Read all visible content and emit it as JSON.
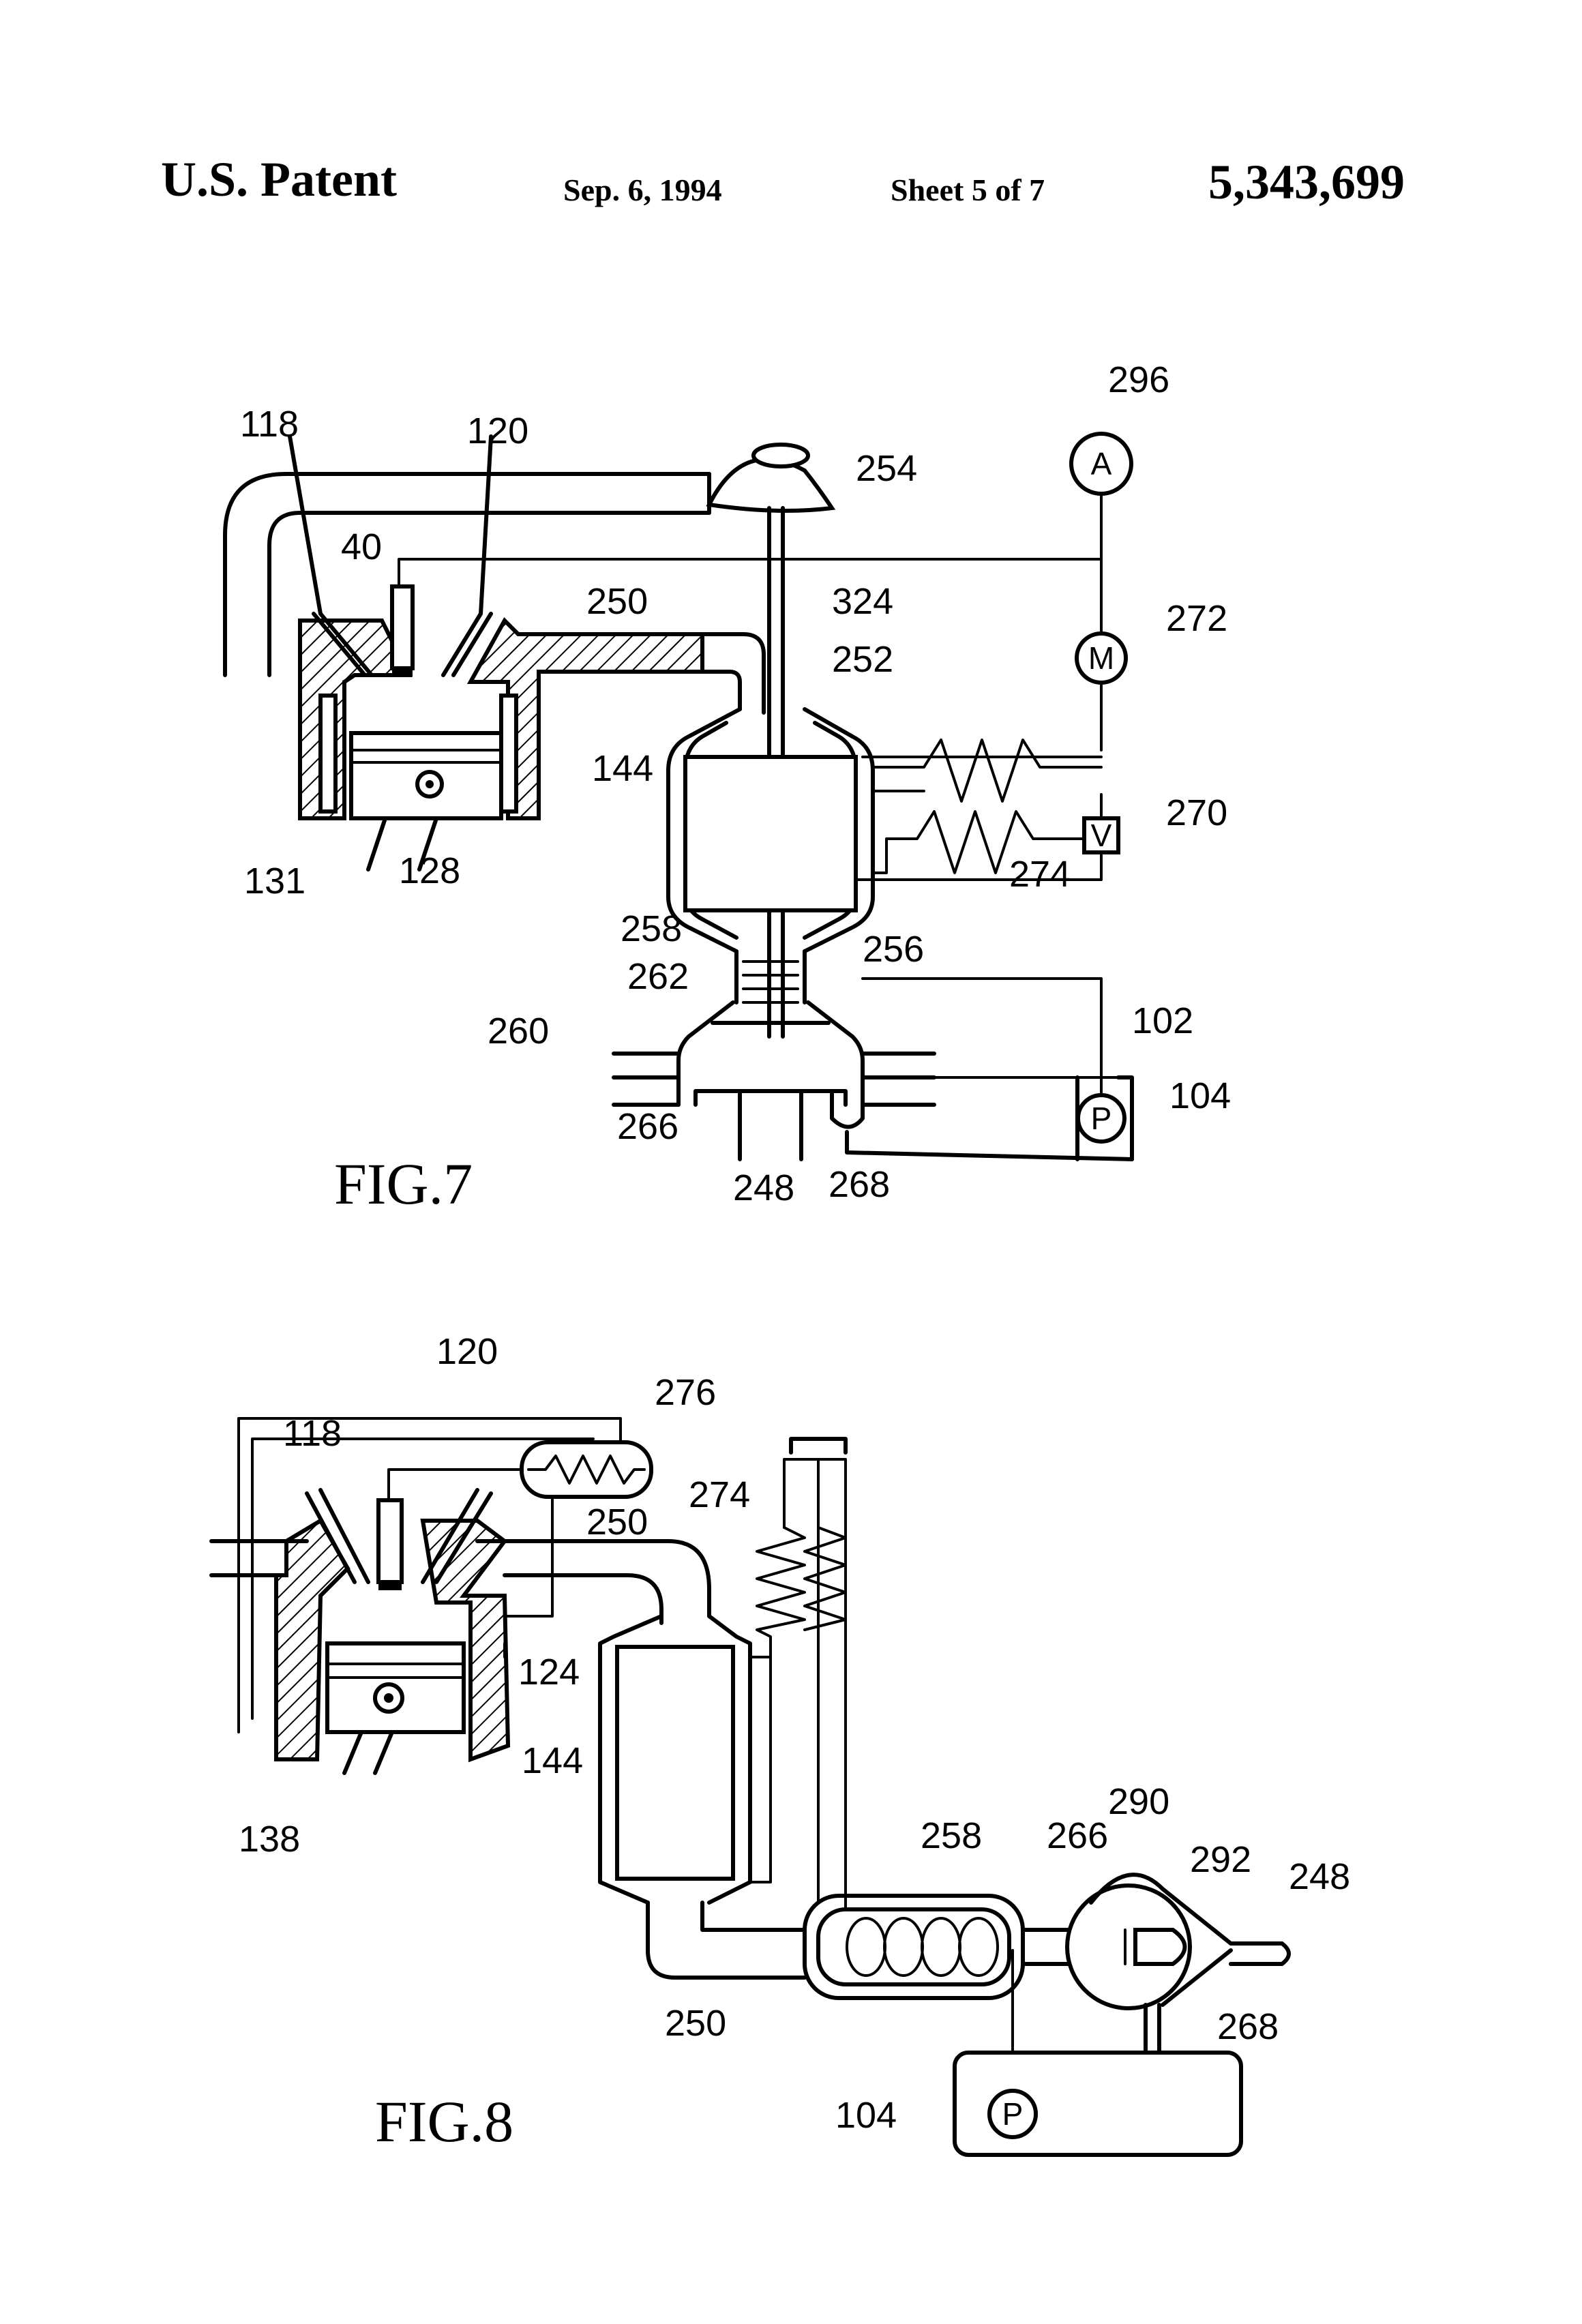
{
  "header": {
    "title": "U.S. Patent",
    "date": "Sep. 6, 1994",
    "sheet": "Sheet 5 of 7",
    "patent_number": "5,343,699"
  },
  "fig7": {
    "caption": "FIG.7",
    "labels": {
      "l118": "118",
      "l120": "120",
      "l40": "40",
      "l250": "250",
      "l254": "254",
      "l324": "324",
      "l252": "252",
      "l296": "296",
      "l272": "272",
      "l144": "144",
      "l270": "270",
      "l274": "274",
      "l131": "131",
      "l128": "128",
      "l258": "258",
      "l256": "256",
      "l262": "262",
      "l260": "260",
      "l102": "102",
      "l104": "104",
      "l266": "266",
      "l248": "248",
      "l268": "268"
    },
    "symbols": {
      "ammeter": "A",
      "motor": "M",
      "valve": "V",
      "pump": "P"
    }
  },
  "fig8": {
    "caption": "FIG.8",
    "labels": {
      "l120": "120",
      "l276": "276",
      "l118": "118",
      "l274": "274",
      "l250a": "250",
      "l124": "124",
      "l144": "144",
      "l138": "138",
      "l258": "258",
      "l266": "266",
      "l290": "290",
      "l292": "292",
      "l248": "248",
      "l250b": "250",
      "l268": "268",
      "l104": "104"
    },
    "symbols": {
      "pump": "P"
    }
  }
}
